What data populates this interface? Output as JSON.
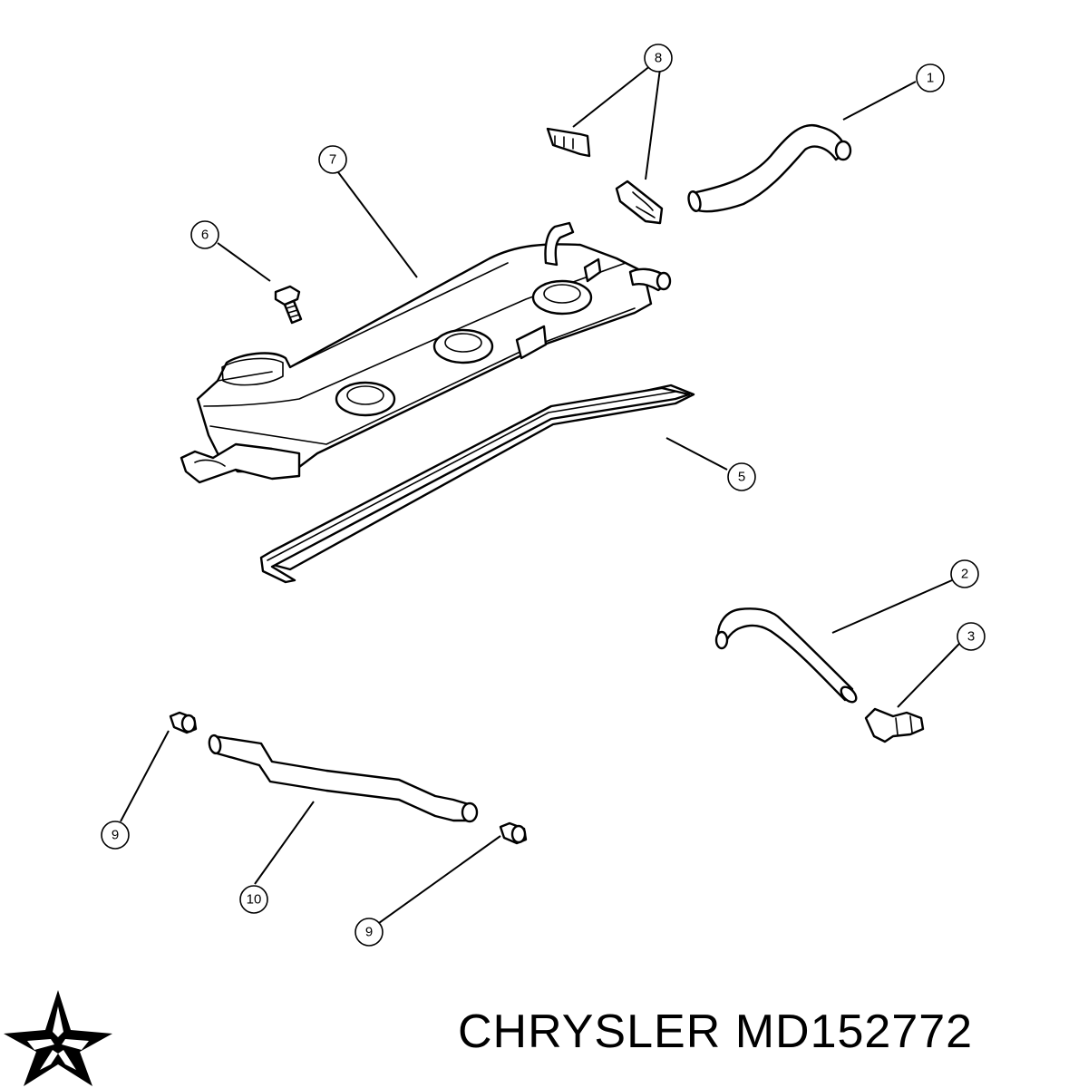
{
  "callouts": [
    {
      "id": "1",
      "label": "1"
    },
    {
      "id": "2",
      "label": "2"
    },
    {
      "id": "3",
      "label": "3"
    },
    {
      "id": "5",
      "label": "5"
    },
    {
      "id": "6",
      "label": "6"
    },
    {
      "id": "7",
      "label": "7"
    },
    {
      "id": "8",
      "label": "8"
    },
    {
      "id": "9a",
      "label": "9"
    },
    {
      "id": "9b",
      "label": "9"
    },
    {
      "id": "10",
      "label": "10"
    }
  ],
  "footer": {
    "brand": "CHRYSLER",
    "part_number": "MD152772"
  },
  "logo": {
    "icon": "chrysler-pentastar-icon",
    "color": "#000000"
  }
}
